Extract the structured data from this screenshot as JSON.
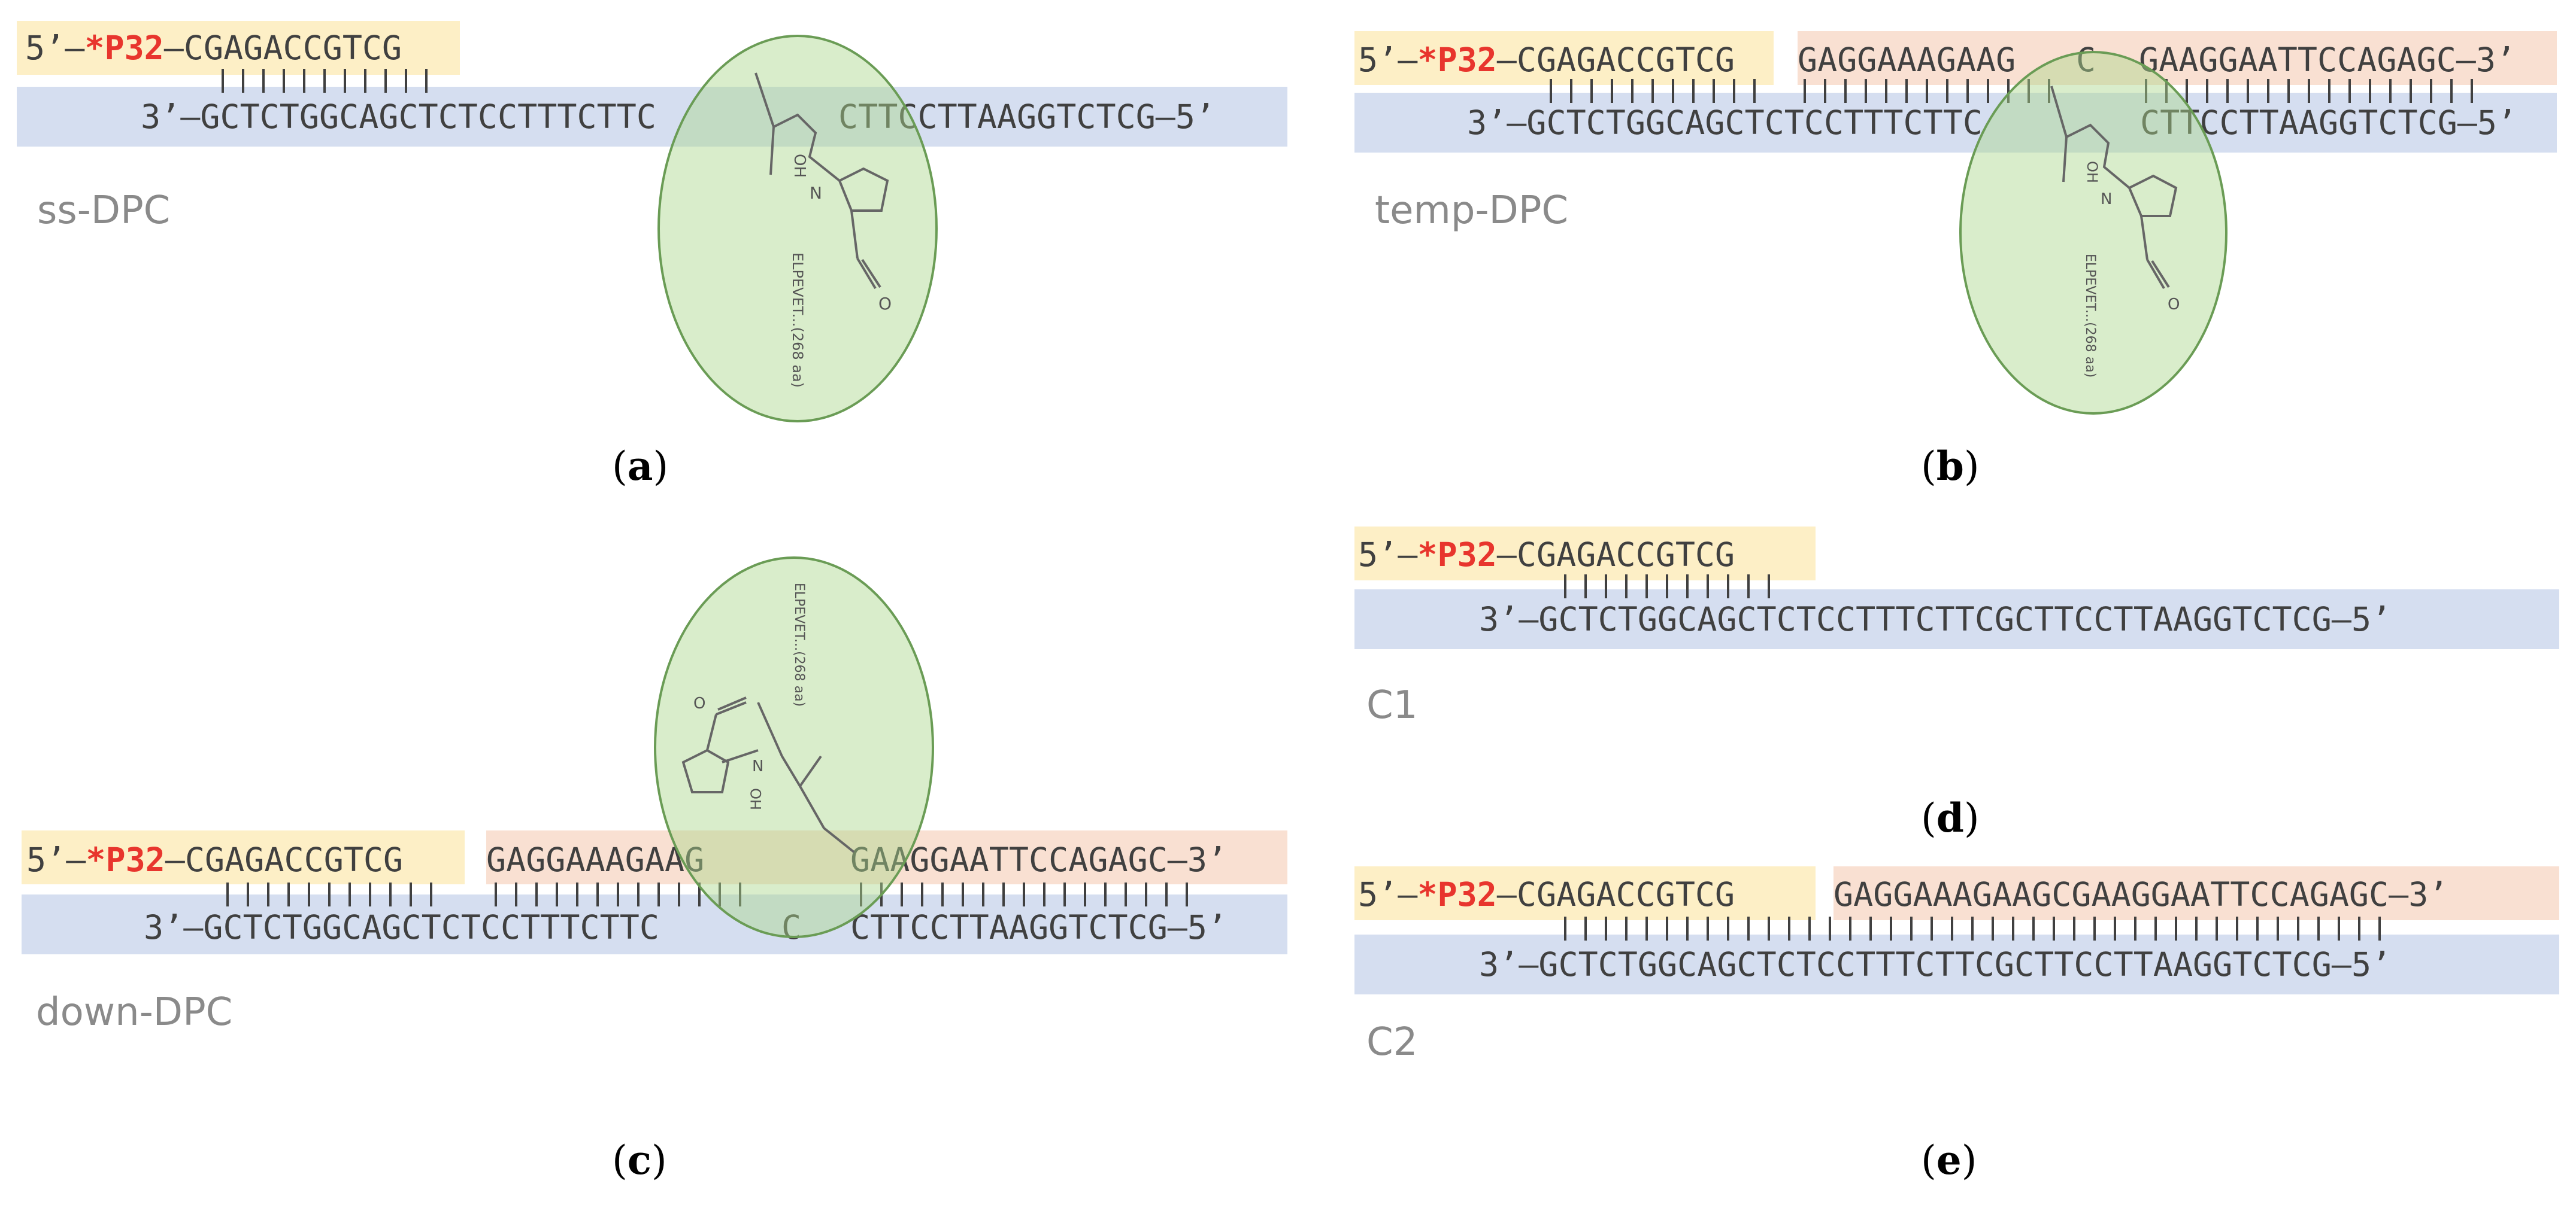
{
  "panels": {
    "a": {
      "label": "ss-DPC",
      "caption_letter": "a",
      "top": {
        "prefix": "5’–",
        "p32": "*P32",
        "dash": "–",
        "seq": "CGAGACCGTCG"
      },
      "bottom": {
        "left": "3’–GCTCTGGCAGCTCTCCTTTCTTC",
        "right": "CTTCCTTAAGGTCTCG–5’"
      },
      "adduct": {
        "oh": "OH",
        "n": "N",
        "o": "O",
        "peptide": "ELPEVET...(268 aa)"
      }
    },
    "b": {
      "label": "temp-DPC",
      "caption_letter": "b",
      "top": {
        "prefix": "5’–",
        "p32": "*P32",
        "dash": "–",
        "seq": "CGAGACCGTCG",
        "mid1": "GAGGAAAGAAG",
        "gap": "C",
        "mid2": "GAAGGAATTCCAGAGC–3’"
      },
      "bottom": {
        "left": "3’–GCTCTGGCAGCTCTCCTTTCTTC",
        "right": "CTTCCTTAAGGTCTCG–5’"
      },
      "adduct": {
        "oh": "OH",
        "n": "N",
        "o": "O",
        "peptide": "ELPEVET...(268 aa)"
      }
    },
    "c": {
      "label": "down-DPC",
      "caption_letter": "c",
      "top": {
        "prefix": "5’–",
        "p32": "*P32",
        "dash": "–",
        "seq": "CGAGACCGTCG",
        "mid1": "GAGGAAAGAAG",
        "mid2": "GAAGGAATTCCAGAGC–3’"
      },
      "bottom": {
        "left": "3’–GCTCTGGCAGCTCTCCTTTCTTC",
        "gap": "C",
        "right": "CTTCCTTAAGGTCTCG–5’"
      },
      "adduct": {
        "oh": "HO",
        "n": "N",
        "o": "O",
        "peptide": "ELPEVET...(268 aa)"
      }
    },
    "d": {
      "label": "C1",
      "caption_letter": "d",
      "top": {
        "prefix": "5’–",
        "p32": "*P32",
        "dash": "–",
        "seq": "CGAGACCGTCG"
      },
      "bottom": {
        "full": "3’–GCTCTGGCAGCTCTCCTTTCTTCGCTTCCTTAAGGTCTCG–5’"
      }
    },
    "e": {
      "label": "C2",
      "caption_letter": "e",
      "top": {
        "prefix": "5’–",
        "p32": "*P32",
        "dash": "–",
        "seq": "CGAGACCGTCG",
        "mid": "GAGGAAAGAAGCGAAGGAATTCCAGAGC–3’"
      },
      "bottom": {
        "full": "3’–GCTCTGGCAGCTCTCCTTTCTTCGCTTCCTTAAGGTCTCG–5’"
      }
    }
  },
  "colors": {
    "primer_band": "#fdefc6",
    "downstream_band": "#f9e0d2",
    "template_band": "#d5def0",
    "p32": "#e8352d",
    "protein": "#aad68c"
  }
}
